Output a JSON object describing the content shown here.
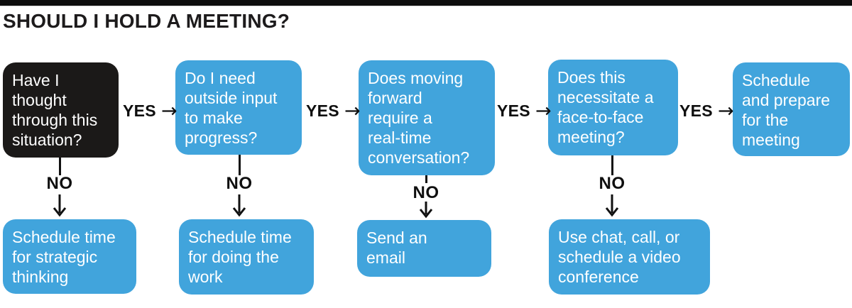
{
  "page": {
    "title": "SHOULD I HOLD A MEETING?"
  },
  "labels": {
    "yes": "YES",
    "no": "NO",
    "arrow_right": "→"
  },
  "colors": {
    "node_blue": "#41a4dc",
    "node_black": "#1b1918",
    "line_black": "#111111",
    "top_bar": "#0d0d0d"
  },
  "flowchart": {
    "decisions": [
      {
        "id": "q1",
        "variant": "black",
        "text": "Have I\nthought\nthrough this\nsituation?"
      },
      {
        "id": "q2",
        "variant": "blue",
        "text": "Do I need\noutside input\nto make\nprogress?"
      },
      {
        "id": "q3",
        "variant": "blue",
        "text": "Does moving\nforward\nrequire a\nreal-time\nconversation?"
      },
      {
        "id": "q4",
        "variant": "blue",
        "text": "Does this\nnecessitate a\nface-to-face\nmeeting?"
      },
      {
        "id": "q5",
        "variant": "blue",
        "text": "Schedule\nand prepare\nfor the\nmeeting"
      }
    ],
    "no_outcomes": [
      {
        "id": "b1",
        "text": "Schedule time\nfor strategic\nthinking"
      },
      {
        "id": "b2",
        "text": "Schedule time\nfor doing the\nwork"
      },
      {
        "id": "b3",
        "text": "Send an\nemail"
      },
      {
        "id": "b4",
        "text": "Use chat, call, or\nschedule a video\nconference"
      }
    ]
  }
}
